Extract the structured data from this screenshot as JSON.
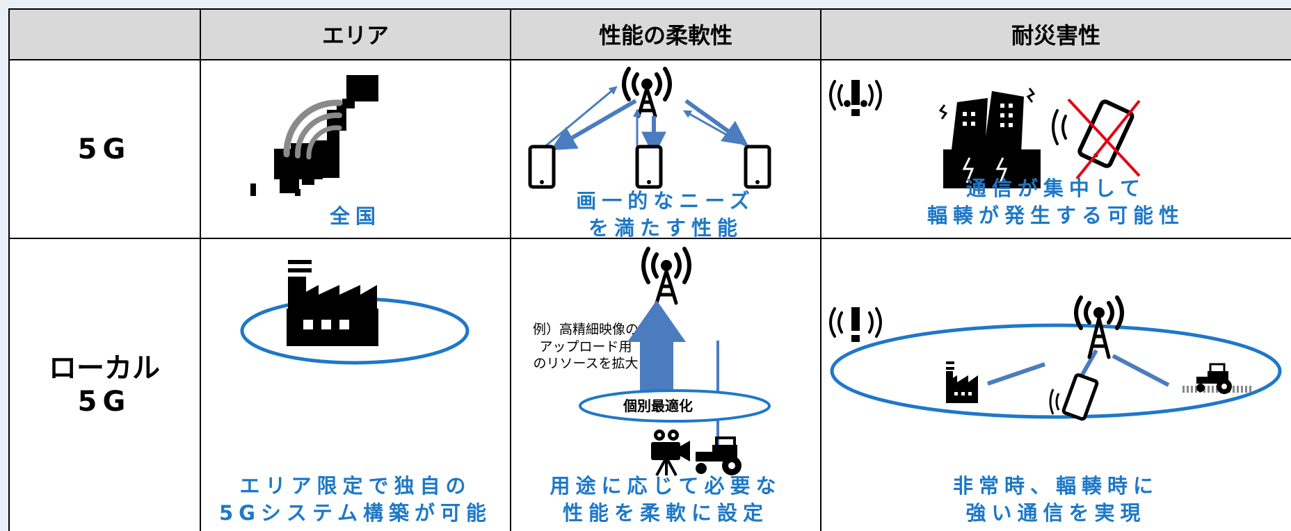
{
  "header": {
    "col1": "エリア",
    "col2": "性能の柔軟性",
    "col3": "耐災害性"
  },
  "rows": {
    "fiveg": {
      "label": "5G",
      "area_caption": "全国",
      "perf_caption_1": "画一的なニーズ",
      "perf_caption_2": "を満たす性能",
      "disaster_caption_1": "通信が集中して",
      "disaster_caption_2": "輻輳が発生する可能性"
    },
    "local": {
      "label_1": "ローカル",
      "label_2": "5G",
      "area_caption_1": "エリア限定で独自の",
      "area_caption_2": "5Gシステム構築が可能",
      "perf_note_1": "例）高精細映像の",
      "perf_note_2": "アップロード用",
      "perf_note_3": "のリソースを拡大",
      "perf_oval_label": "個別最適化",
      "perf_caption_1": "用途に応じて必要な",
      "perf_caption_2": "性能を柔軟に設定",
      "disaster_caption_1": "非常時、輻輳時に",
      "disaster_caption_2": "強い通信を実現"
    }
  },
  "colors": {
    "accent": "#1e78c8",
    "arrow": "#4a7cbf",
    "header_bg": "#d9d9d9",
    "cross": "#e60012"
  },
  "icons": [
    "japan-map-icon",
    "wifi-signal-icon",
    "antenna-tower-icon",
    "smartphone-icon",
    "alert-signal-icon",
    "collapsed-building-icon",
    "phone-no-signal-icon",
    "factory-icon",
    "video-camera-icon",
    "tractor-icon"
  ]
}
